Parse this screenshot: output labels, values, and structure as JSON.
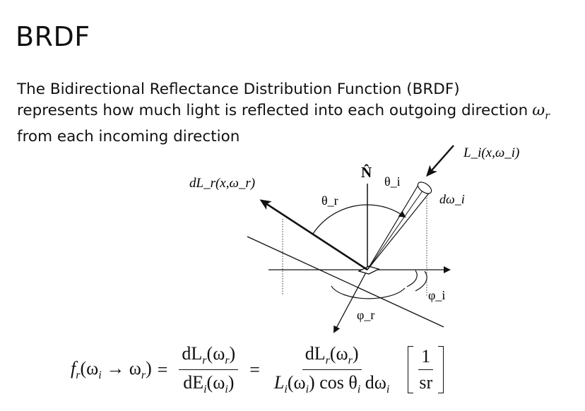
{
  "slide": {
    "title": "BRDF",
    "body_lines": [
      "The Bidirectional Reflectance Distribution Function (BRDF)",
      "represents how much light is reflected into each outgoing direction",
      "from each incoming direction"
    ],
    "inline_math": {
      "base": "ω",
      "sub": "r"
    }
  },
  "diagram": {
    "normal_label": "N̂",
    "incident_radiance_label": "L_i(x,ω_i)",
    "reflected_radiance_label": "dL_r(x,ω_r)",
    "theta_i_label": "θ_i",
    "theta_r_label": "θ_r",
    "phi_i_label": "φ_i",
    "phi_r_label": "φ_r",
    "solid_angle_label": "dω_i"
  },
  "equation": {
    "lhs_f": "f",
    "lhs_sub": "r",
    "lhs_args": "(ω",
    "wi_sub": "i",
    "arrow": " → ω",
    "wr_sub": "r",
    "close": ")",
    "equals": "=",
    "frac1_num": "dL",
    "frac1_num_sub": "r",
    "frac1_num_arg": "(ω",
    "frac1_num_arg_sub": "r",
    "frac1_num_close": ")",
    "frac1_den": "dE",
    "frac1_den_sub": "i",
    "frac1_den_arg": "(ω",
    "frac1_den_arg_sub": "i",
    "frac1_den_close": ")",
    "frac2_den_L": "L",
    "frac2_den_L_sub": "i",
    "frac2_den_arg": "(ω",
    "frac2_den_arg_sub": "i",
    "frac2_den_mid": ") cos θ",
    "frac2_den_theta_sub": "i",
    "frac2_den_end": " dω",
    "frac2_den_end_sub": "i",
    "unit_num": "1",
    "unit_den": "sr"
  }
}
